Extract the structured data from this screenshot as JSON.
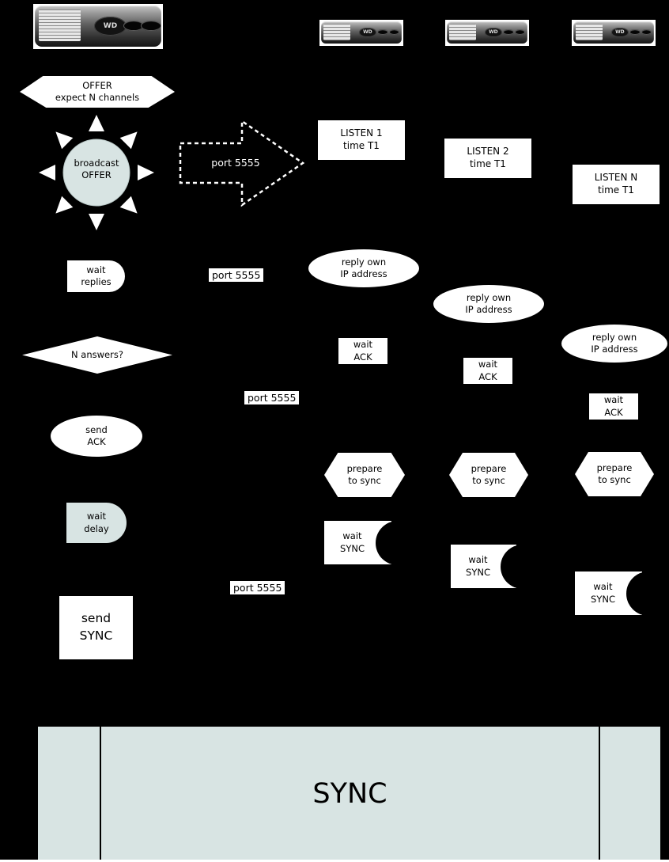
{
  "colors": {
    "bg": "#000000",
    "shape": "#ffffff",
    "accent": "#d8e4e3",
    "ink": "#000000",
    "arrowink": "#ffffff"
  },
  "devices": {
    "logo": "WD"
  },
  "master": {
    "offer": {
      "line1": "OFFER",
      "line2": "expect N channels"
    },
    "broadcast": {
      "line1": "broadcast",
      "line2": "OFFER"
    },
    "arrow_label": "port 5555",
    "wait_replies": {
      "line1": "wait",
      "line2": "replies"
    },
    "n_answers": "N answers?",
    "send_ack": {
      "line1": "send",
      "line2": "ACK"
    },
    "wait_delay": {
      "line1": "wait",
      "line2": "delay"
    },
    "send_sync": {
      "line1": "send",
      "line2": "SYNC"
    }
  },
  "port_labels": [
    "port 5555",
    "port 5555",
    "port 5555"
  ],
  "clients": [
    {
      "listen": {
        "line1": "LISTEN 1",
        "line2": "time T1"
      },
      "reply": {
        "line1": "reply own",
        "line2": "IP address"
      },
      "wait_ack": {
        "line1": "wait",
        "line2": "ACK"
      },
      "prepare": {
        "line1": "prepare",
        "line2": "to sync"
      },
      "wait_sync": {
        "line1": "wait",
        "line2": "SYNC"
      }
    },
    {
      "listen": {
        "line1": "LISTEN 2",
        "line2": "time T1"
      },
      "reply": {
        "line1": "reply own",
        "line2": "IP address"
      },
      "wait_ack": {
        "line1": "wait",
        "line2": "ACK"
      },
      "prepare": {
        "line1": "prepare",
        "line2": "to sync"
      },
      "wait_sync": {
        "line1": "wait",
        "line2": "SYNC"
      }
    },
    {
      "listen": {
        "line1": "LISTEN N",
        "line2": "time T1"
      },
      "reply": {
        "line1": "reply own",
        "line2": "IP address"
      },
      "wait_ack": {
        "line1": "wait",
        "line2": "ACK"
      },
      "prepare": {
        "line1": "prepare",
        "line2": "to sync"
      },
      "wait_sync": {
        "line1": "wait",
        "line2": "SYNC"
      }
    }
  ],
  "sync_bar": {
    "label": "SYNC"
  }
}
